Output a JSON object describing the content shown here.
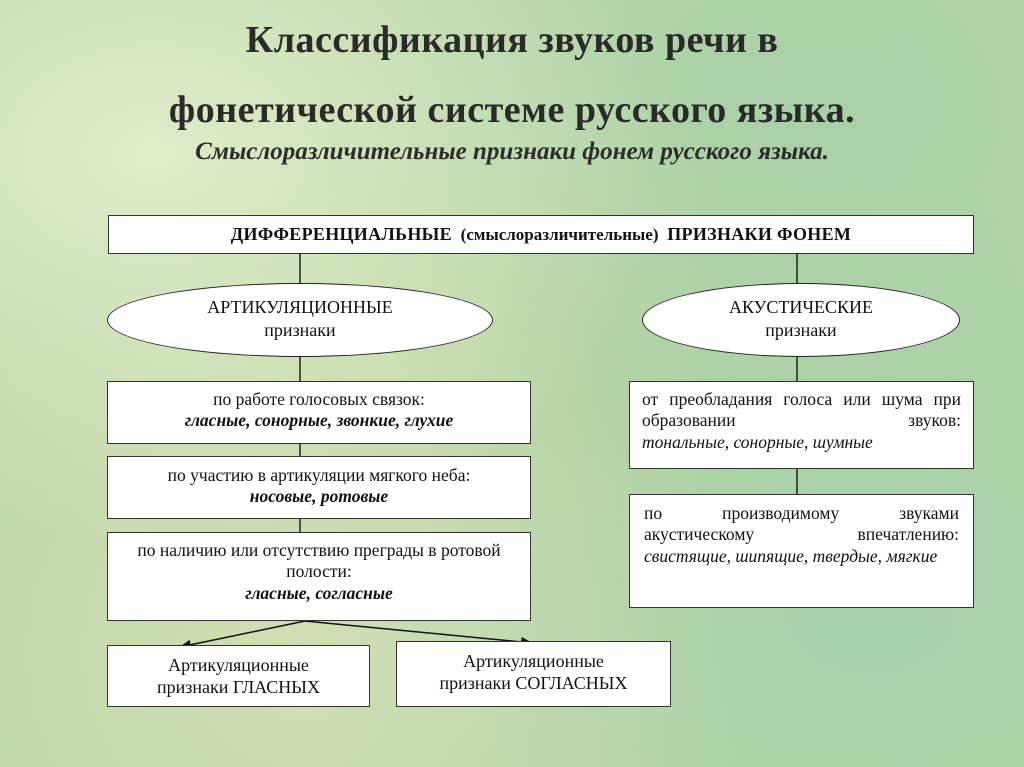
{
  "title": {
    "line1": "Классификация звуков речи в",
    "line2": "фонетической системе русского языка."
  },
  "subtitle": "Смыслоразличительные признаки фонем русского языка.",
  "header_box": {
    "part1": "ДИФФЕРЕНЦИАЛЬНЫЕ",
    "part2": "(смыслоразличительные)",
    "part3": "ПРИЗНАКИ ФОНЕМ"
  },
  "left_oval": {
    "line1": "АРТИКУЛЯЦИОННЫЕ",
    "line2": "признаки"
  },
  "right_oval": {
    "line1": "АКУСТИЧЕСКИЕ",
    "line2": "признаки"
  },
  "left_boxes": [
    {
      "text": "по работе голосовых связок:",
      "values": "гласные, сонорные, звонкие, глухие"
    },
    {
      "text": "по участию в артикуляции мягкого неба:",
      "values": "носовые, ротовые"
    },
    {
      "text": "по наличию или отсутствию преграды в ротовой полости:",
      "values": "гласные, согласные"
    }
  ],
  "right_boxes": [
    {
      "text": "от преобладания голоса или шума при образовании звуков:",
      "values": "тональные, сонорные, шумные"
    },
    {
      "text": "по производимому звуками акустическому впечатлению:",
      "values": "свистящие, шипящие, твердые, мягкие"
    }
  ],
  "bottom_boxes": [
    {
      "line1": "Артикуляционные",
      "line2": "признаки ГЛАСНЫХ"
    },
    {
      "line1": "Артикуляционные",
      "line2": "признаки СОГЛАСНЫХ"
    }
  ],
  "colors": {
    "background": "#b9d6a6",
    "box_fill": "#ffffff",
    "line": "#222222"
  }
}
